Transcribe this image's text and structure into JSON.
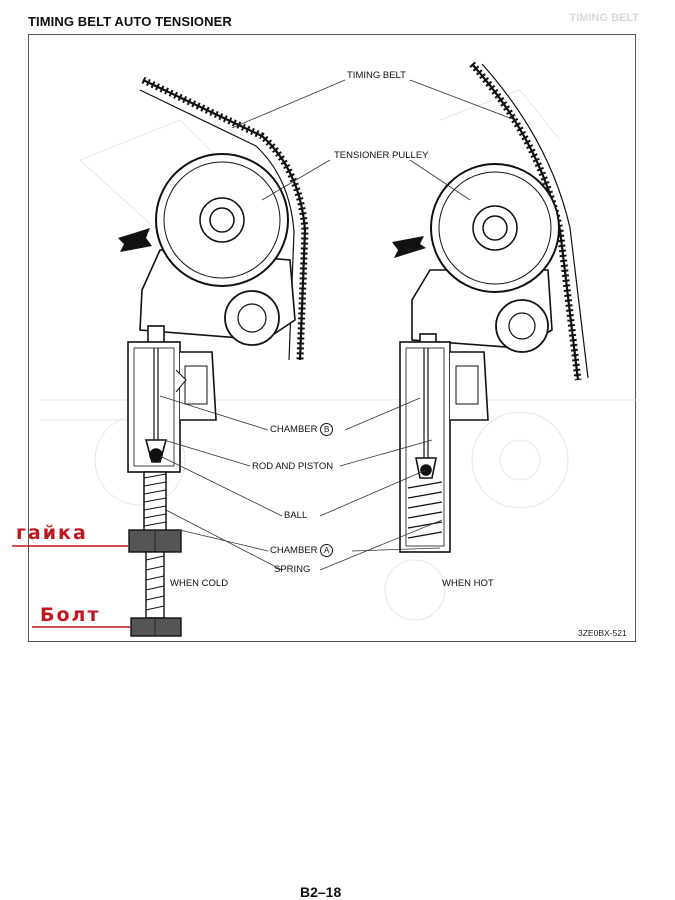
{
  "page": {
    "title": "TIMING BELT AUTO TENSIONER",
    "ghost_header": "TIMING BELT",
    "page_number": "B2–18",
    "figure_code": "3ZE0BX-521"
  },
  "labels": {
    "timing_belt": "TIMING BELT",
    "tensioner_pulley": "TENSIONER PULLEY",
    "chamber_b": "CHAMBER",
    "chamber_b_mark": "B",
    "rod_and_piston": "ROD AND PISTON",
    "ball": "BALL",
    "chamber_a": "CHAMBER",
    "chamber_a_mark": "A",
    "spring": "SPRING",
    "when_cold": "WHEN COLD",
    "when_hot": "WHEN HOT"
  },
  "annotations": {
    "nut": "гайка",
    "bolt": "Болт",
    "color": "#c0171c"
  }
}
